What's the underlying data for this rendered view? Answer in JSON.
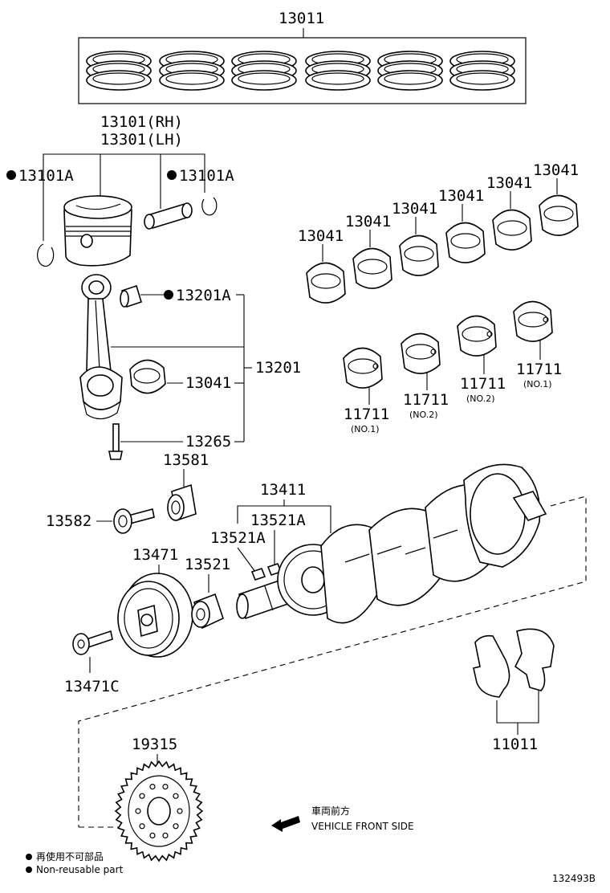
{
  "diagram": {
    "callouts": {
      "piston_ring_set": "13011",
      "piston_rh": "13101(RH)",
      "piston_lh": "13301(LH)",
      "snap_ring_left": "13101A",
      "snap_ring_right": "13101A",
      "conrod_bushing": "13201A",
      "conrod_assy": "13201",
      "conrod_bearing": "13041",
      "conrod_bolt": "13265",
      "main_bearing_1": "13041",
      "main_bearing_2": "13041",
      "main_bearing_3": "13041",
      "main_bearing_4": "13041",
      "main_bearing_5": "13041",
      "main_bearing_6": "13041",
      "crank_bearing_a": "11711",
      "crank_bearing_a_note": "(NO.1)",
      "crank_bearing_b": "11711",
      "crank_bearing_b_note": "(NO.2)",
      "crank_bearing_c": "11711",
      "crank_bearing_c_note": "(NO.2)",
      "crank_bearing_d": "11711",
      "crank_bearing_d_note": "(NO.1)",
      "crank_washer": "13581",
      "crank_washer_bolt": "13582",
      "crankshaft": "13411",
      "crank_key_top": "13521A",
      "crank_key_left": "13521A",
      "crank_timing_gear": "13521",
      "crank_pulley": "13471",
      "pulley_bolt": "13471C",
      "thrust_washer_set": "11011",
      "timing_plate": "19315"
    },
    "direction": {
      "jp": "車両前方",
      "en": "VEHICLE FRONT SIDE"
    },
    "legend": {
      "jp": "再使用不可部品",
      "en": "Non-reusable part"
    },
    "figure_code": "132493B"
  },
  "colors": {
    "ink": "#000000",
    "paper": "#ffffff"
  }
}
